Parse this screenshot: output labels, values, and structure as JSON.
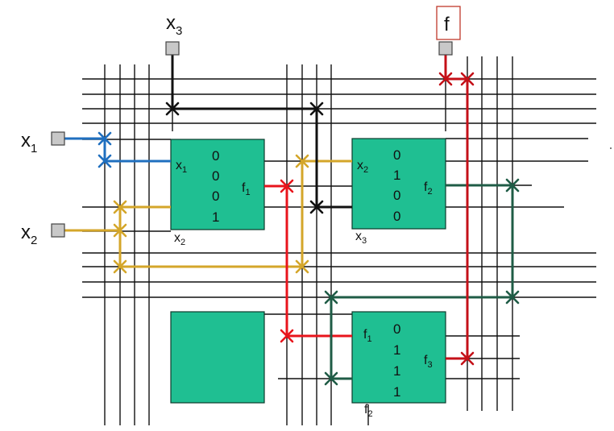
{
  "colors": {
    "block_fill": "#1fbf92",
    "wire_grid": "#111111",
    "net_x1": "#1f6fbf",
    "net_x2": "#d4a62a",
    "net_x3": "#111111",
    "net_f1": "#e8141c",
    "net_f2": "#1f5c46",
    "net_out": "#c41018",
    "pin_fill": "#c8c8c8",
    "out_box": "#c0392b"
  },
  "inputs": {
    "x1": {
      "main": "x",
      "sub": "1"
    },
    "x2": {
      "main": "x",
      "sub": "2"
    },
    "x3": {
      "main": "x",
      "sub": "3"
    }
  },
  "output": {
    "main": "f"
  },
  "blocks": [
    {
      "id": "lut-top-left",
      "input_top": {
        "main": "x",
        "sub": "1"
      },
      "input_bottom": {
        "main": "x",
        "sub": "2"
      },
      "output": {
        "main": "f",
        "sub": "1"
      },
      "truth_table": [
        "0",
        "0",
        "0",
        "1"
      ]
    },
    {
      "id": "lut-top-right",
      "input_top": {
        "main": "x",
        "sub": "2"
      },
      "input_bottom": {
        "main": "x",
        "sub": "3"
      },
      "output": {
        "main": "f",
        "sub": "2"
      },
      "truth_table": [
        "0",
        "1",
        "0",
        "0"
      ]
    },
    {
      "id": "lut-bottom-left",
      "input_top": null,
      "input_bottom": null,
      "output": null,
      "truth_table": []
    },
    {
      "id": "lut-bottom-right",
      "input_top": {
        "main": "f",
        "sub": "1"
      },
      "input_bottom": {
        "main": "f",
        "sub": "2"
      },
      "output": {
        "main": "f",
        "sub": "3"
      },
      "truth_table": [
        "0",
        "1",
        "1",
        "1"
      ]
    }
  ]
}
